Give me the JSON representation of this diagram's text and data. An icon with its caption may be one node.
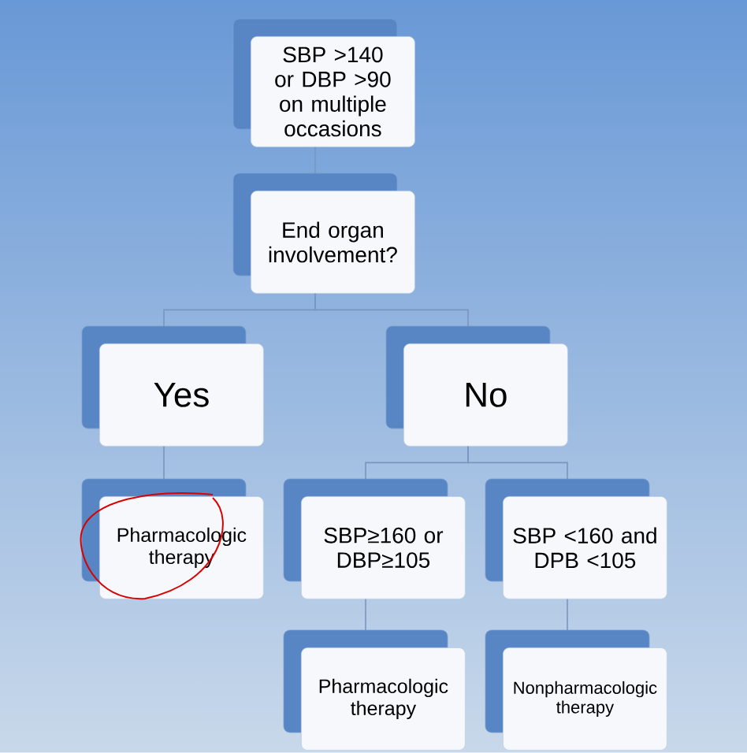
{
  "diagram": {
    "nodes": [
      {
        "text": [
          "SBP >140 or DBP >90 on multiple occasions"
        ]
      },
      {
        "text": [
          "End organ involvement?"
        ]
      },
      {
        "text": [
          "Yes"
        ]
      },
      {
        "text": [
          "No"
        ]
      },
      {
        "text": [
          "Pharmacologic therapy"
        ]
      },
      {
        "text": [
          "SBP≥160 or DBP≥105"
        ]
      },
      {
        "text": [
          "SBP <160 and DPB <105"
        ]
      },
      {
        "text": [
          "Pharmacologic therapy"
        ]
      },
      {
        "text": [
          "Nonpharmacologic therapy"
        ]
      }
    ],
    "edges": [
      {
        "from": 0,
        "to": 1,
        "arrow": "none"
      },
      {
        "from": 1,
        "to": 2,
        "arrow": "none"
      },
      {
        "from": 1,
        "to": 3,
        "arrow": "none"
      },
      {
        "from": 2,
        "to": 4,
        "arrow": "none"
      },
      {
        "from": 3,
        "to": 5,
        "arrow": "none"
      },
      {
        "from": 3,
        "to": 6,
        "arrow": "none"
      },
      {
        "from": 5,
        "to": 7,
        "arrow": "none"
      },
      {
        "from": 6,
        "to": 8,
        "arrow": "none"
      }
    ]
  }
}
